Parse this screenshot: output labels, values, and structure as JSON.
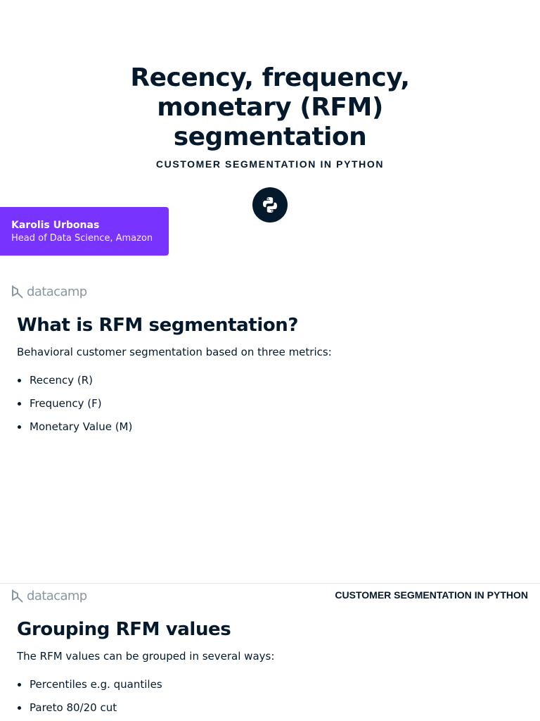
{
  "title_slide": {
    "title_lines": [
      "Recency, frequency,",
      "monetary (RFM)",
      "segmentation"
    ],
    "subtitle": "CUSTOMER SEGMENTATION IN PYTHON",
    "course_icon": "python-icon",
    "author": {
      "name": "Karolis Urbonas",
      "role": "Head of Data Science, Amazon"
    }
  },
  "brand": {
    "logo_text": "datacamp",
    "logo_icon": "datacamp-logo-icon",
    "accent_color": "#7933ff",
    "text_color": "#05192d"
  },
  "slide_1": {
    "heading": "What is RFM segmentation?",
    "intro": "Behavioral customer segmentation based on three metrics:",
    "bullets": [
      "Recency (R)",
      "Frequency (F)",
      "Monetary Value (M)"
    ]
  },
  "slide_2": {
    "header_course": "CUSTOMER SEGMENTATION IN PYTHON",
    "heading": "Grouping RFM values",
    "intro": "The RFM values can be grouped in several ways:",
    "bullets": [
      "Percentiles e.g. quantiles",
      "Pareto 80/20 cut"
    ]
  }
}
